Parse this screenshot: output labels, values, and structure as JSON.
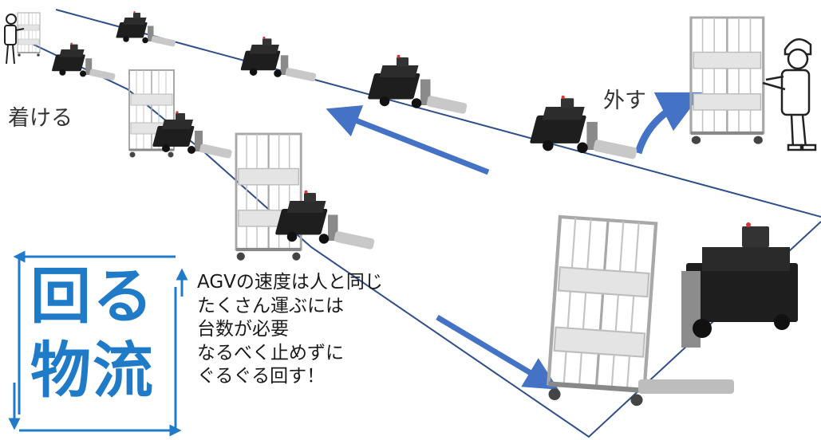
{
  "labels": {
    "attach": "着ける",
    "detach": "外す"
  },
  "title": {
    "line1": "回る",
    "line2": "物流"
  },
  "notes": [
    "AGVの速度は人と同じ",
    "たくさん運ぶには",
    "台数が必要",
    "なるべく止めずに",
    "ぐるぐる回す！"
  ],
  "colors": {
    "route": "#2f4f8a",
    "arrow": "#4472c4",
    "title": "#1f7bc8",
    "agv_body": "#1c1c1c",
    "cart_frame": "#b9b9b9"
  }
}
